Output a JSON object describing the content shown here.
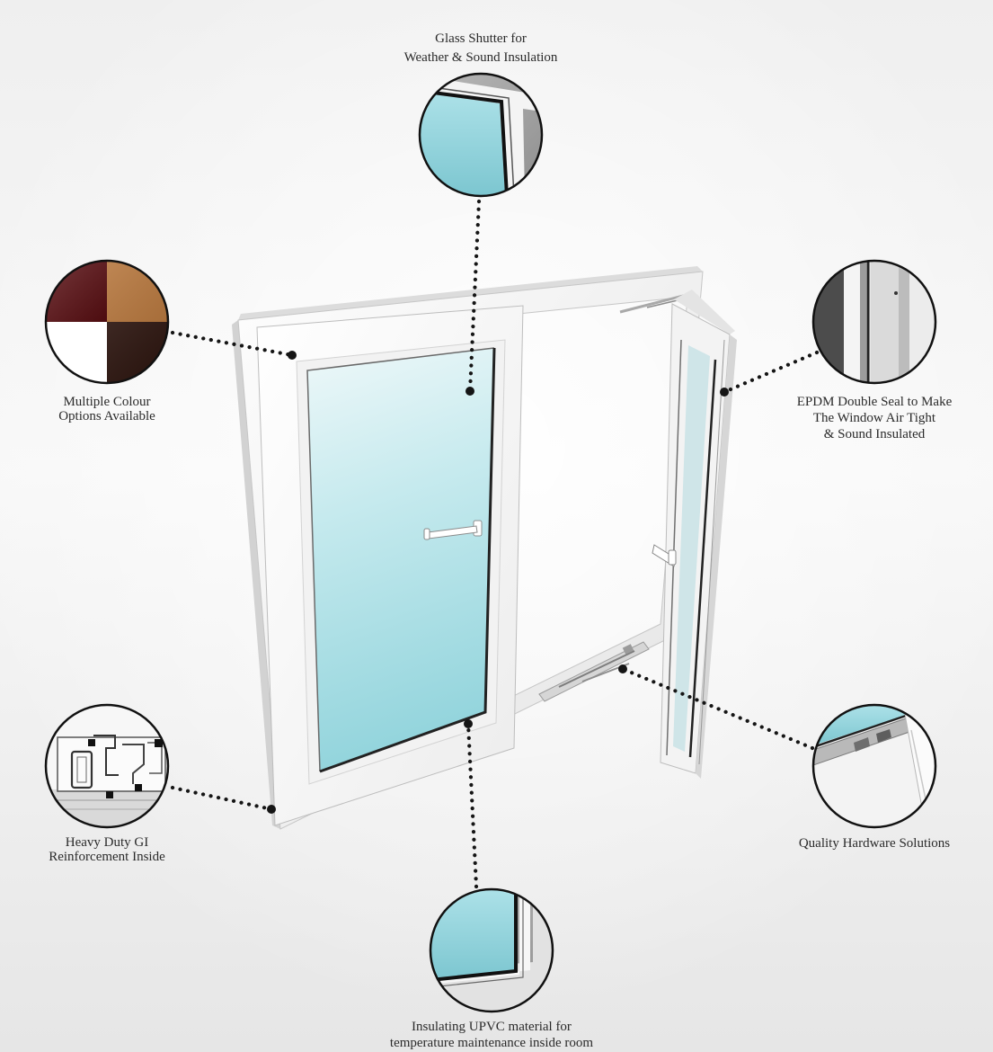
{
  "callouts": {
    "glass_shutter": {
      "lines": [
        "Glass Shutter for",
        "Weather & Sound Insulation"
      ]
    },
    "colour_options": {
      "lines": [
        "Multiple Colour",
        "Options Available"
      ],
      "swatches": [
        "#5a0e12",
        "#b7783f",
        "#ffffff",
        "#2a130d"
      ]
    },
    "epdm_seal": {
      "lines": [
        "EPDM Double Seal to Make",
        "The Window Air Tight",
        "& Sound Insulated"
      ]
    },
    "gi_reinforcement": {
      "lines": [
        "Heavy Duty GI",
        "Reinforcement Inside"
      ]
    },
    "hardware": {
      "lines": [
        "Quality Hardware Solutions"
      ]
    },
    "upvc_material": {
      "lines": [
        "Insulating UPVC material for",
        "temperature maintenance inside room"
      ]
    }
  }
}
